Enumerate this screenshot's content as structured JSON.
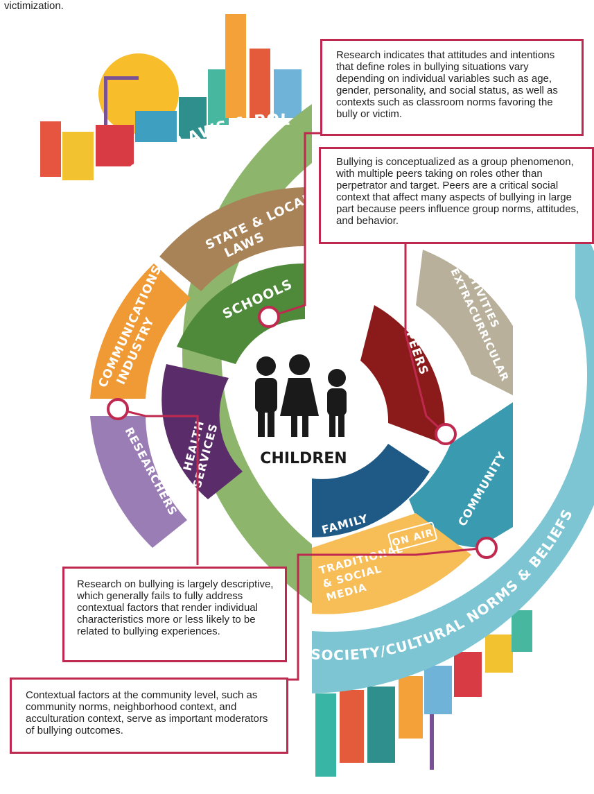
{
  "intro_text": "victimization.",
  "center_label": "CHILDREN",
  "segments": {
    "national": "NATIONAL LAWS & POLICIES",
    "society": "SOCIETY/CULTURAL NORMS & BELIEFS",
    "state_1": "STATE & LOCAL",
    "state_2": "LAWS",
    "schools": "SCHOOLS",
    "comm_1": "COMMUNICATIONS",
    "comm_2": "INDUSTRY",
    "extra_1": "EXTRACURRICULAR",
    "extra_2": "ACTIVITIES",
    "peers": "PEERS",
    "health_1": "HEALTH",
    "health_2": "SERVICES",
    "researchers": "RESEARCHERS",
    "community": "COMMUNITY",
    "family": "FAMILY",
    "media_1": "TRADITIONAL",
    "media_2": "& SOCIAL",
    "media_3": "MEDIA",
    "on_air": "ON AIR"
  },
  "callouts": {
    "c1": "Research indicates that attitudes and intentions that define roles in bullying situations vary depending on individual variables such as age, gender, personality, and social status, as well as contexts such as classroom norms favoring the bully or victim.",
    "c2": "Bullying is conceptualized as a group phenomenon, with multiple peers taking on roles other than perpetrator and target. Peers are a critical social context that affect many aspects of bullying in large part because peers influence group norms, attitudes, and behavior.",
    "c3": "Research on bullying is largely descriptive, which generally fails to fully address contextual factors that render individual characteristics more or less likely to be related to bullying experiences.",
    "c4": "Contextual factors at the community level, such as community norms, neighborhood context, and acculturation context, serve as important moderators of bullying outcomes."
  },
  "colors": {
    "national": "#8db56b",
    "society": "#7dc5d3",
    "state": "#a98358",
    "schools": "#4f8a3b",
    "communications": "#f09a36",
    "extracurricular": "#b8b09b",
    "peers": "#8b1a1a",
    "health": "#5a2d6a",
    "researchers": "#9b7db5",
    "community": "#3a9ab0",
    "family": "#1f5a86",
    "media": "#f7bd57",
    "accent": "#c0294f"
  }
}
